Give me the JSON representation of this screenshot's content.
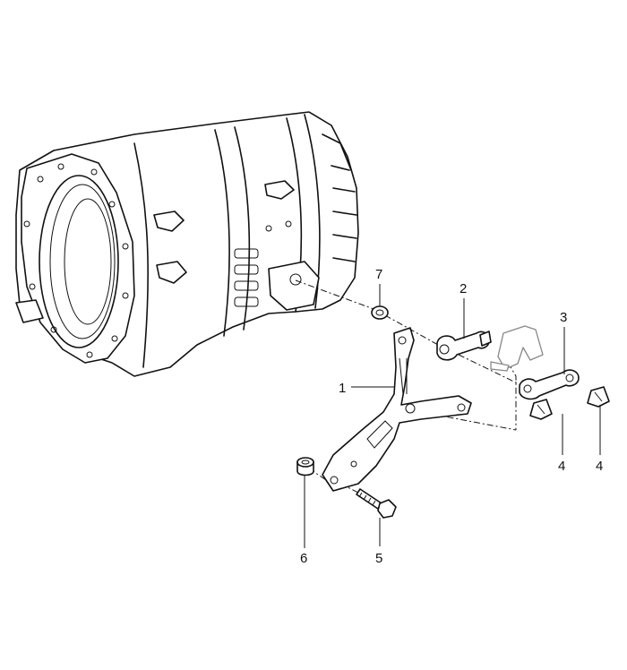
{
  "callouts": {
    "c1": "1",
    "c2": "2",
    "c3": "3",
    "c4a": "4",
    "c4b": "4",
    "c5": "5",
    "c6": "6",
    "c7": "7"
  }
}
